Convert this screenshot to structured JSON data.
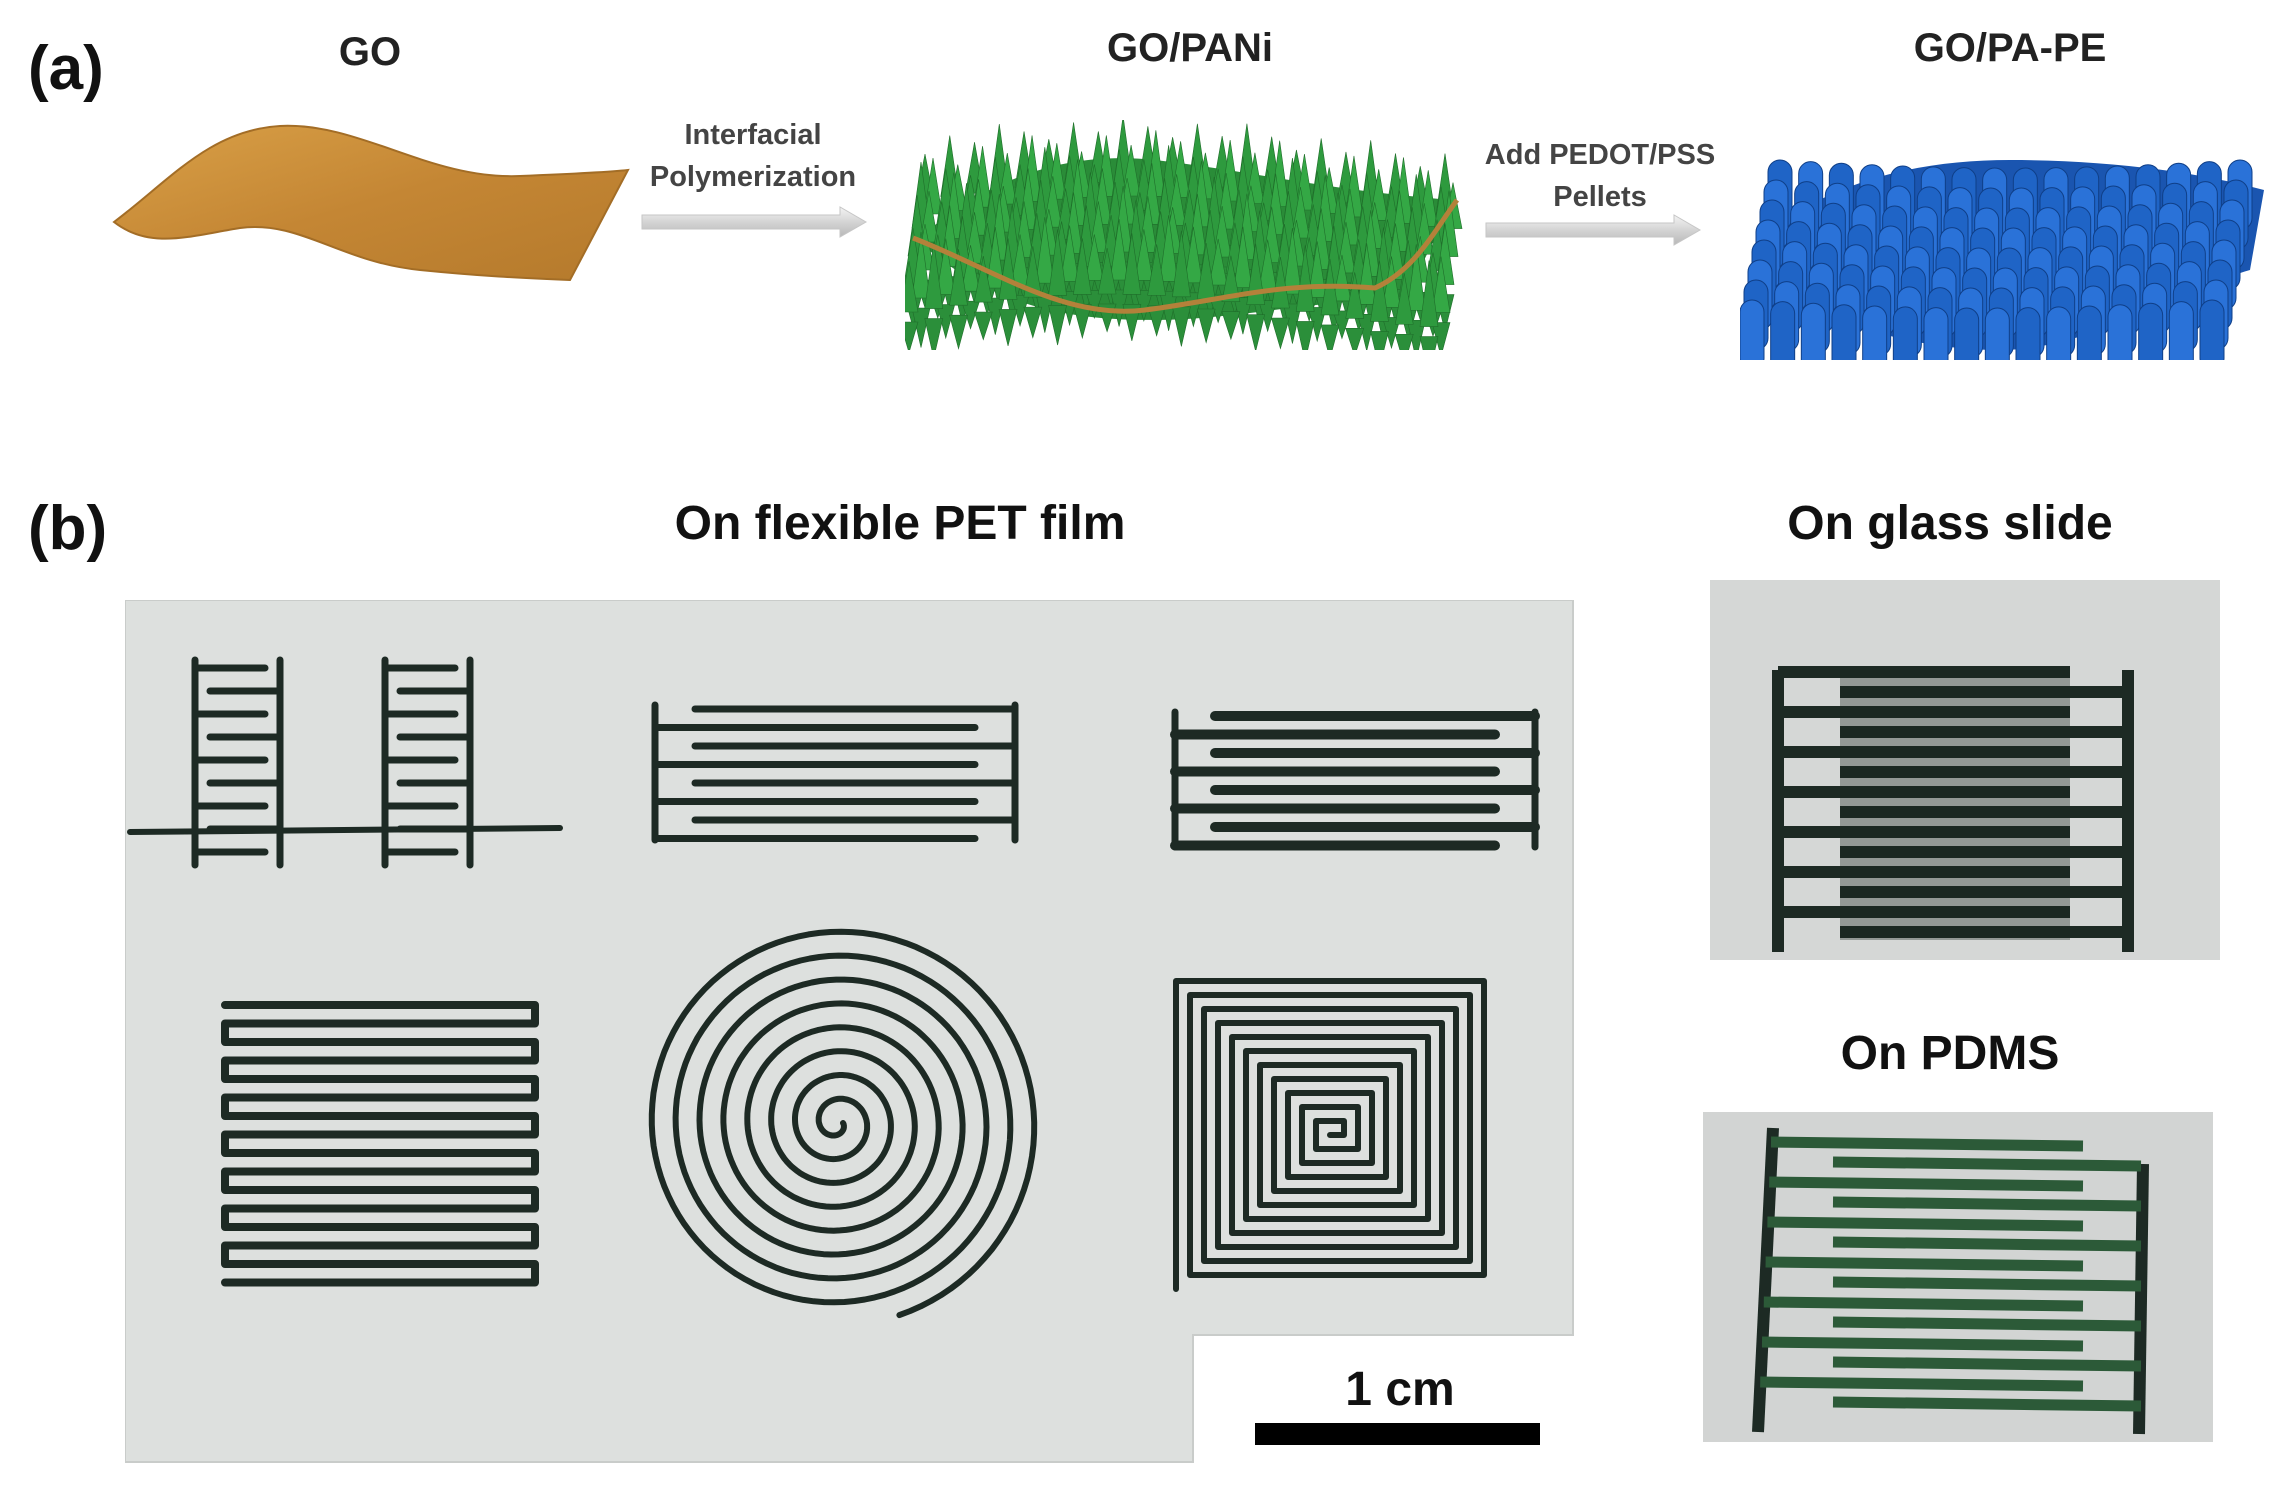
{
  "panel_a": {
    "letter": "(a)",
    "stages": [
      {
        "label": "GO"
      },
      {
        "label": "GO/PANi"
      },
      {
        "label": "GO/PA-PE"
      }
    ],
    "arrows": [
      {
        "line1": "Interfacial",
        "line2": "Polymerization"
      },
      {
        "line1": "Add PEDOT/PSS",
        "line2": "Pellets"
      }
    ],
    "colors": {
      "go_sheet": "#c98d3a",
      "pani": "#2e9a3e",
      "pape": "#1f64c6"
    }
  },
  "panel_b": {
    "letter": "(b)",
    "pet_title": "On flexible PET film",
    "glass_title": "On glass slide",
    "pdms_title": "On PDMS",
    "scale_bar_label": "1 cm",
    "colors": {
      "film": "#dfe2e0",
      "ink": "#1d2a24",
      "pdms_ink": "#2c5a38"
    }
  }
}
